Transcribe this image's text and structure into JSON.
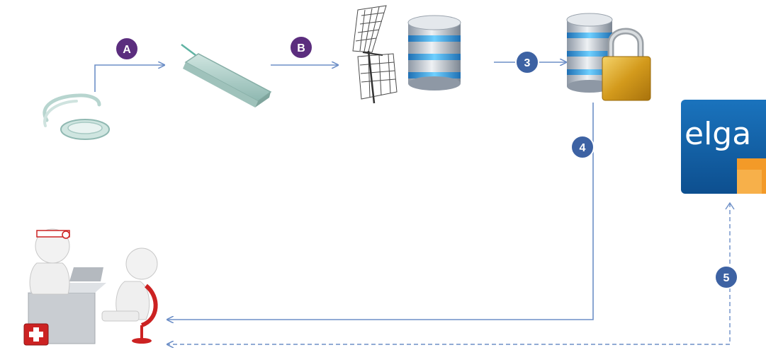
{
  "steps": {
    "a": "A",
    "b": "B",
    "three": "3",
    "four": "4",
    "five": "5"
  },
  "logo": {
    "text": "elga"
  },
  "colors": {
    "connector": "#6d8fc7",
    "badge_purple": "#5b2d7e",
    "badge_blue": "#3d62a3",
    "logo_blue": "#1160a8",
    "logo_orange": "#f39a28"
  },
  "icons": [
    "glucose-sensor-icon",
    "transmitter-device-icon",
    "antenna-icon",
    "database-icon",
    "secure-database-icon",
    "elga-logo",
    "doctor-patient-consultation-icon"
  ]
}
